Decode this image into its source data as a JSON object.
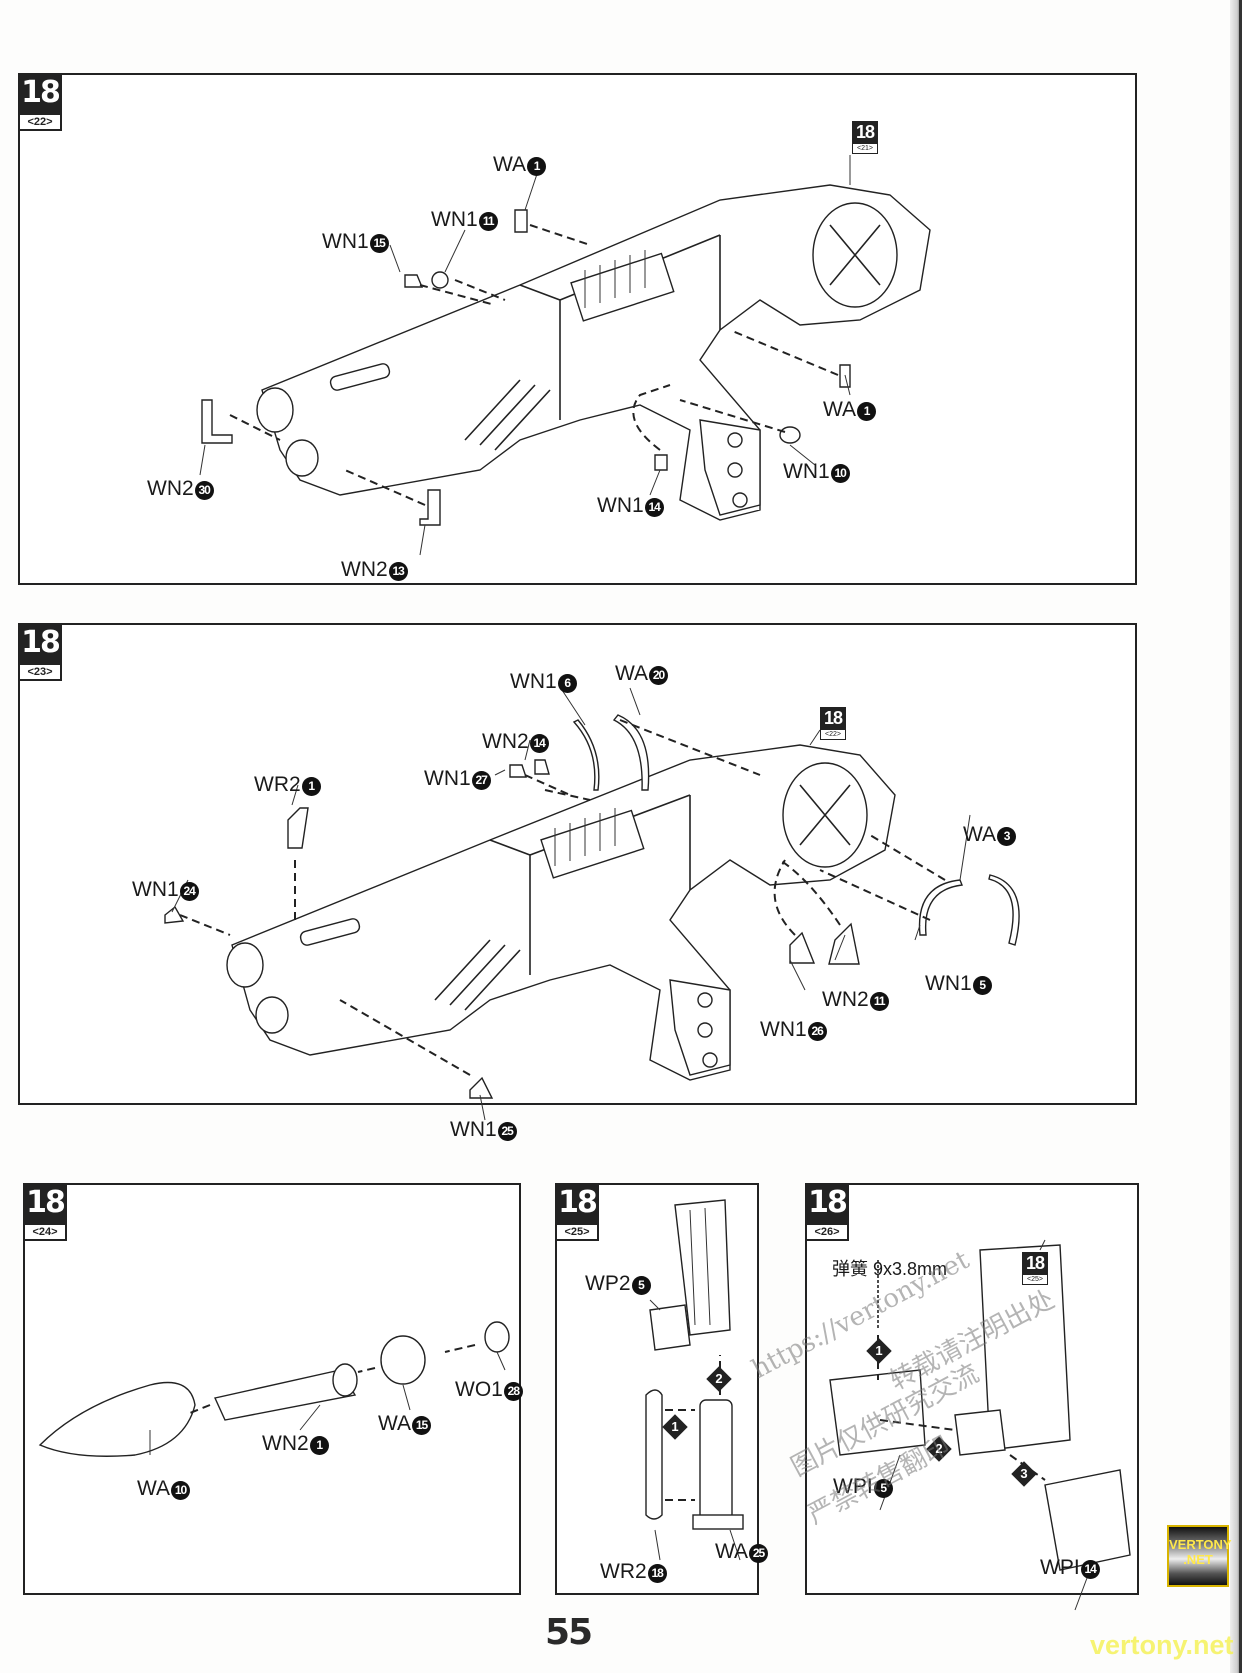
{
  "page_number": "55",
  "steps": [
    {
      "id": "panel-1",
      "step": "18",
      "sub": "<22>",
      "ref": {
        "step": "18",
        "sub": "<21>"
      },
      "labels": [
        {
          "part": "WA",
          "num": "1"
        },
        {
          "part": "WN1",
          "num": "11"
        },
        {
          "part": "WN1",
          "num": "15"
        },
        {
          "part": "WA",
          "num": "1"
        },
        {
          "part": "WN1",
          "num": "10"
        },
        {
          "part": "WN1",
          "num": "14"
        },
        {
          "part": "WN2",
          "num": "30"
        },
        {
          "part": "WN2",
          "num": "13"
        }
      ]
    },
    {
      "id": "panel-2",
      "step": "18",
      "sub": "<23>",
      "ref": {
        "step": "18",
        "sub": "<22>"
      },
      "labels": [
        {
          "part": "WN1",
          "num": "6"
        },
        {
          "part": "WA",
          "num": "20"
        },
        {
          "part": "WN2",
          "num": "14"
        },
        {
          "part": "WN1",
          "num": "27"
        },
        {
          "part": "WR2",
          "num": "1"
        },
        {
          "part": "WN1",
          "num": "24"
        },
        {
          "part": "WA",
          "num": "3"
        },
        {
          "part": "WN1",
          "num": "5"
        },
        {
          "part": "WN2",
          "num": "11"
        },
        {
          "part": "WN1",
          "num": "26"
        },
        {
          "part": "WN1",
          "num": "25"
        }
      ]
    },
    {
      "id": "panel-3",
      "step": "18",
      "sub": "<24>",
      "labels": [
        {
          "part": "WO1",
          "num": "28"
        },
        {
          "part": "WA",
          "num": "15"
        },
        {
          "part": "WN2",
          "num": "1"
        },
        {
          "part": "WA",
          "num": "10"
        }
      ]
    },
    {
      "id": "panel-4",
      "step": "18",
      "sub": "<25>",
      "labels": [
        {
          "part": "WP2",
          "num": "5"
        },
        {
          "part": "WR2",
          "num": "18"
        },
        {
          "part": "WA",
          "num": "25"
        }
      ],
      "order_steps": [
        "1",
        "2"
      ]
    },
    {
      "id": "panel-5",
      "step": "18",
      "sub": "<26>",
      "ref": {
        "step": "18",
        "sub": "<25>"
      },
      "spring_note": "弹簧 9x3.8mm",
      "labels": [
        {
          "part": "WPI",
          "num": "5"
        },
        {
          "part": "WPI",
          "num": "14"
        }
      ],
      "order_steps": [
        "1",
        "2",
        "3"
      ]
    }
  ],
  "watermarks": {
    "url": "https://vertony.net",
    "cn_line1": "转载请注明出处",
    "cn_line2": "图片仅供研究交流",
    "cn_line3": "严禁转售翻印",
    "logo_line1": "VERTONY",
    "logo_line2": ".NET",
    "footer": "vertony.net"
  }
}
